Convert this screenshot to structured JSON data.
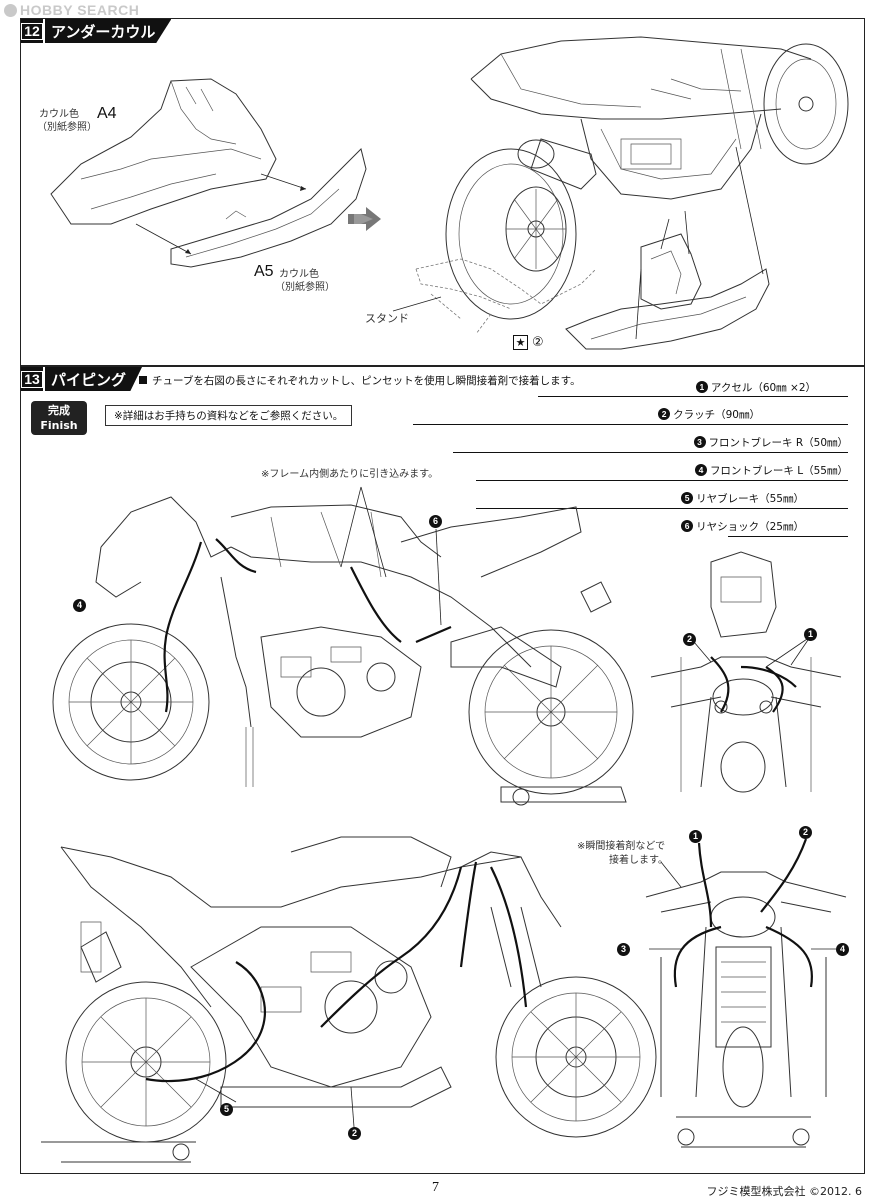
{
  "watermark": {
    "text": "HOBBY SEARCH"
  },
  "step12": {
    "number": "12",
    "title": "アンダーカウル",
    "part_a4": {
      "code": "A4",
      "color_note": "カウル色",
      "ref_note": "（別紙参照）"
    },
    "part_a5": {
      "code": "A5",
      "color_note": "カウル色",
      "ref_note": "（別紙参照）"
    },
    "stand_label": "スタンド",
    "glue_mark": {
      "symbol": "★",
      "number": "②"
    }
  },
  "step13": {
    "number": "13",
    "title": "パイピング",
    "instruction": "チューブを右図の長さにそれぞれカットし、ピンセットを使用し瞬間接着剤で接着します。",
    "finish_badge": {
      "jp": "完成",
      "en": "Finish"
    },
    "note": "※詳細はお手持ちの資料などをご参照ください。",
    "frame_note": "※フレーム内側あたりに引き込みます。",
    "glue_note": [
      "※瞬間接着剤などで",
      "接着します。"
    ],
    "tubes": [
      {
        "num": "1",
        "label": "アクセル（60㎜ ×2）"
      },
      {
        "num": "2",
        "label": "クラッチ（90㎜）"
      },
      {
        "num": "3",
        "label": "フロントブレーキ R（50㎜）"
      },
      {
        "num": "4",
        "label": "フロントブレーキ L（55㎜）"
      },
      {
        "num": "5",
        "label": "リヤブレーキ（55㎜）"
      },
      {
        "num": "6",
        "label": "リヤショック（25㎜）"
      }
    ],
    "callouts": {
      "c1": "1",
      "c2": "2",
      "c3": "3",
      "c4": "4",
      "c5": "5",
      "c6": "6"
    }
  },
  "footer": {
    "page": "7",
    "copyright": "フジミ模型株式会社 ©2012. 6"
  }
}
